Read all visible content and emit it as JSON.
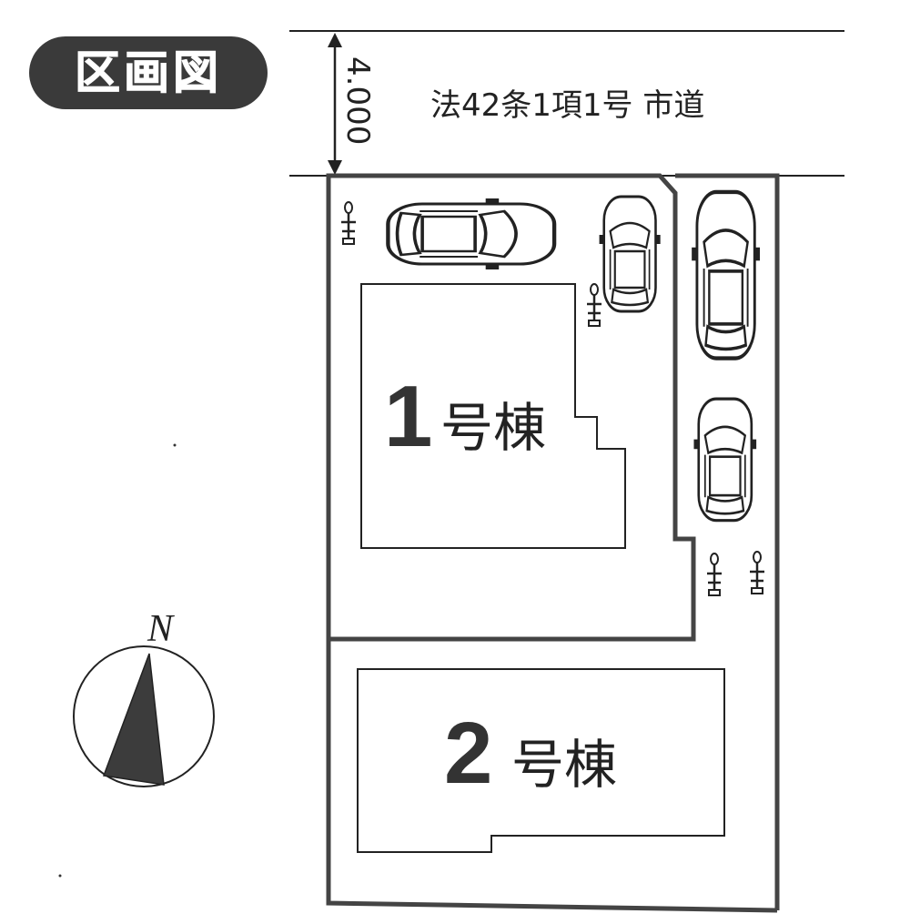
{
  "badge": {
    "text": "区画図",
    "bg_color": "#3a3a3a",
    "text_color": "#ffffff"
  },
  "road": {
    "label": "法42条1項1号 市道",
    "width_value": "4.000"
  },
  "buildings": [
    {
      "number": "1",
      "suffix": "号棟"
    },
    {
      "number": "2",
      "suffix": "号棟"
    }
  ],
  "compass": {
    "label": "N",
    "needle_color": "#3c3c3c"
  },
  "line_color": "#222222",
  "wall_color": "#444444"
}
